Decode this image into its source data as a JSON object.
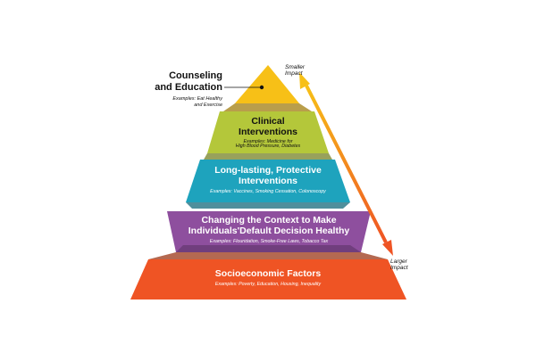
{
  "pyramid": {
    "tiers": [
      {
        "title": "Socioeconomic Factors",
        "example": "Examples: Poverty, Education, Housing, Inequality",
        "color": "#ef5424"
      },
      {
        "title_line1": "Changing the Context to Make",
        "title_line2": "Individuals'Default Decision Healthy",
        "example": "Examples: Flouridation, Smoke-Free Laws, Tobacco Tax",
        "color": "#8e4f9e"
      },
      {
        "title_line1": "Long-lasting, Protective",
        "title_line2": "Interventions",
        "example": "Examples: Vaccines, Smoking Cessation, Colonoscopy",
        "color": "#1ea3bd"
      },
      {
        "title_line1": "Clinical",
        "title_line2": "Interventions",
        "example_line1": "Examples: Medicine for",
        "example_line2": "High Blood Pressure, Diabetes",
        "color": "#b4c73a"
      },
      {
        "color": "#f7c017"
      }
    ],
    "top_callout": {
      "title_line1": "Counseling",
      "title_line2": "and Education",
      "example_line1": "Examples: Eat Healthy",
      "example_line2": "and Exercise"
    },
    "impact": {
      "smaller_line1": "Smaller",
      "smaller_line2": "Impact",
      "larger_line1": "Larger",
      "larger_line2": "Impact",
      "arrow_color_top": "#f7c017",
      "arrow_color_bottom": "#ef5424"
    }
  }
}
